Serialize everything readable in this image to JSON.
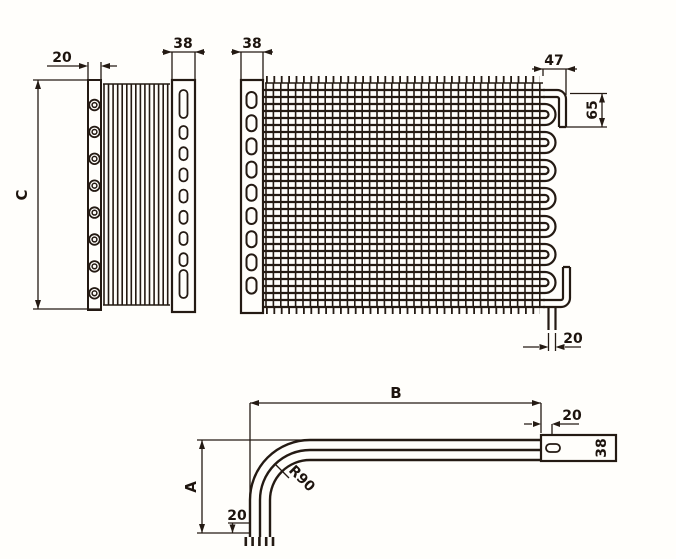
{
  "drawing": {
    "type": "engineering-orthographic-views",
    "subject": "finned tube heat exchanger coil",
    "line_color": "#241a13",
    "background_color": "#fffefb"
  },
  "side_view": {
    "dim_bend_overhang": "20",
    "dim_plate_width": "38",
    "dim_height": "C"
  },
  "front_view": {
    "dim_plate_width": "38",
    "dim_outlet_offset": "47",
    "dim_outlet_drop": "65",
    "dim_bottom_stub": "20"
  },
  "top_view": {
    "dim_length": "B",
    "dim_end_offset": "20",
    "dim_plate_width": "38",
    "dim_depth": "A",
    "dim_stub": "20",
    "dim_bend_radius": "R90"
  },
  "geometry": {
    "side": {
      "fin_count": 15,
      "loop_count": 8,
      "short_slot_count": 7
    },
    "front": {
      "fin_count": 38,
      "grid_line_count": 32,
      "u_bend_count": 7,
      "slot_count": 9
    }
  }
}
